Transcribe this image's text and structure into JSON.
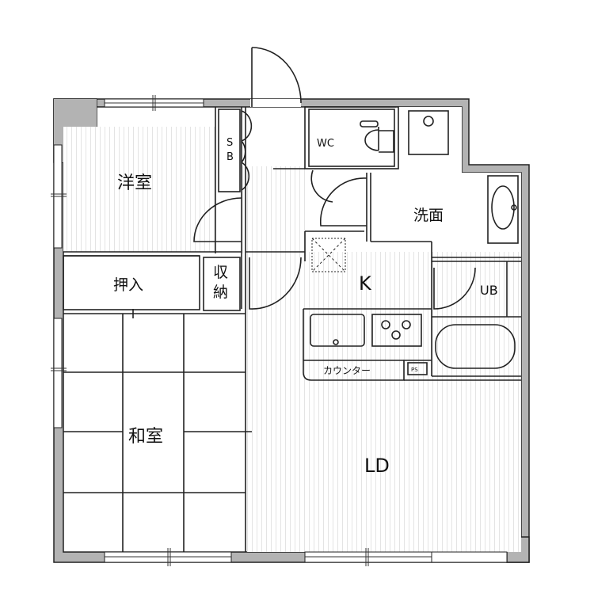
{
  "rooms": {
    "western_room": "洋室",
    "shoe_box": "SB",
    "toilet": "WC",
    "washroom": "洗面",
    "closet_oshiire": "押入",
    "storage": "収納",
    "kitchen": "K",
    "unit_bath": "UB",
    "counter": "カウンター",
    "pipe_space": "PS",
    "japanese_room": "和室",
    "living_dining": "LD"
  },
  "colors": {
    "wall": "#b3b3b3",
    "line": "#222222",
    "background": "#ffffff"
  }
}
